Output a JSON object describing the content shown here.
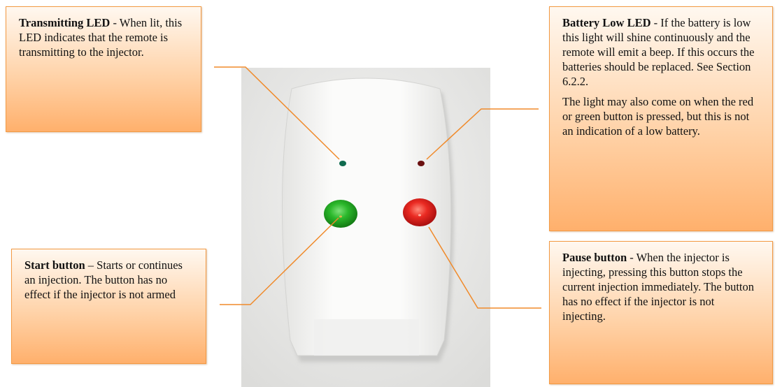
{
  "callouts": {
    "transmitting_led": {
      "title": "Transmitting LED",
      "text": " - When lit, this LED indicates that the remote is transmitting to the injector."
    },
    "battery_low_led": {
      "title": "Battery Low LED",
      "text": " - If the battery is low this light will shine continuously and the remote will emit a beep. If this occurs the batteries should be replaced. See Section 6.2.2.",
      "extra": "The light may also come on when the red or green button is pressed, but this is not an indication of a low battery."
    },
    "start_button": {
      "title": "Start button",
      "text": " – Starts or continues an injection. The button has no effect if the injector is not armed"
    },
    "pause_button": {
      "title": "Pause button",
      "text": " - When the injector is injecting, pressing this button stops the current injection immediately. The button has no effect if the injector is not injecting."
    }
  },
  "colors": {
    "leader_line": "#f08a2a",
    "callout_border": "#f39a44",
    "start_button": "#27b327",
    "pause_button": "#e62020",
    "transmitting_led": "#0f6a4e",
    "battery_led": "#6a1010"
  }
}
